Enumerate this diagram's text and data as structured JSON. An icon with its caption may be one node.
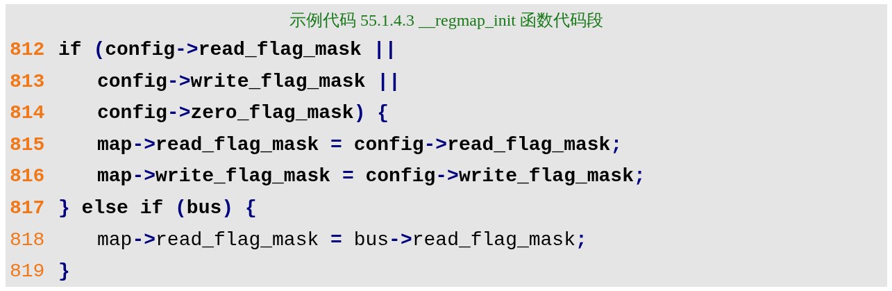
{
  "diagram": {
    "title": "示例代码 55.1.4.3 __regmap_init 函数代码段",
    "labels": [
      "812",
      "if (config->read_flag_mask ||",
      "813",
      "config->write_flag_mask ||",
      "814",
      "config->zero_flag_mask) {",
      "815",
      "map->read_flag_mask = config->read_flag_mask;",
      "816",
      "map->write_flag_mask = config->write_flag_mask;",
      "817",
      "} else if (bus) {",
      "818",
      "map->read_flag_mask = bus->read_flag_mask;",
      "819",
      "}"
    ]
  }
}
